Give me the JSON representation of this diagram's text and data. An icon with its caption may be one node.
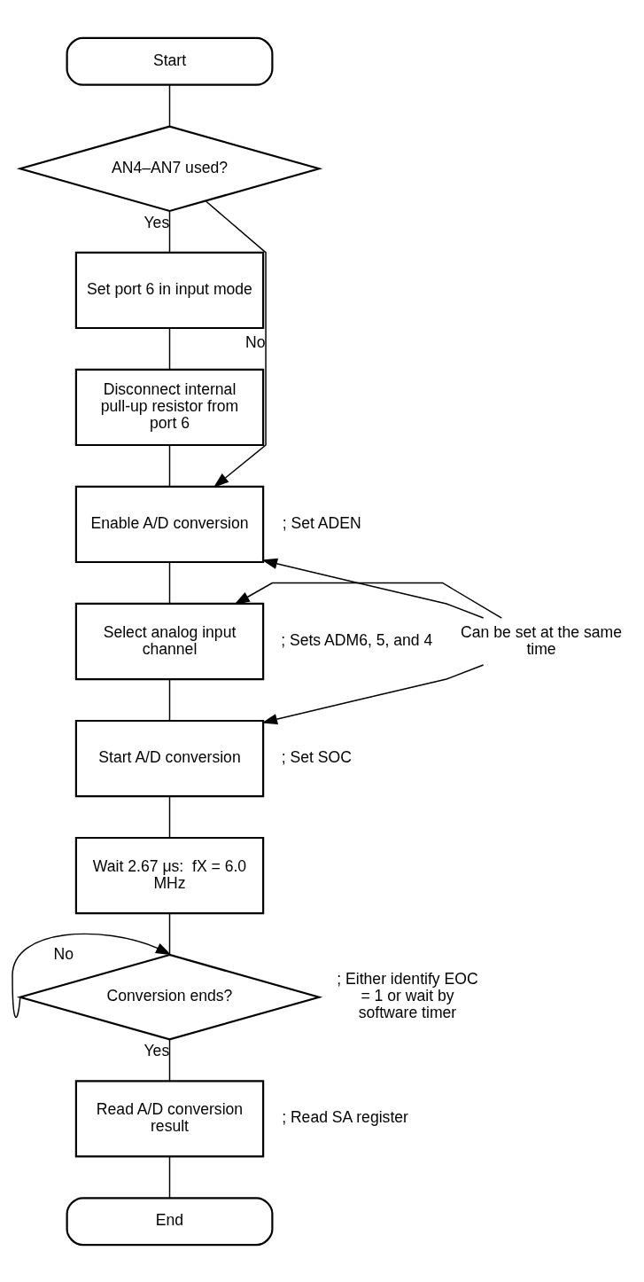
{
  "diagram": {
    "nodes": [
      {
        "text": [
          "Start"
        ]
      },
      {
        "text": [
          "AN4–AN7 used?"
        ]
      },
      {
        "text": [
          "Set port 6 in input mode"
        ]
      },
      {
        "text": [
          "Disconnect internal pull-up resistor from port 6"
        ]
      },
      {
        "text": [
          "Enable A/D conversion"
        ],
        "beside": [
          "; Set ADEN"
        ]
      },
      {
        "text": [
          "Select analog input channel"
        ],
        "beside": [
          "; Sets ADM6, 5, and 4"
        ]
      },
      {
        "text": [
          "Start A/D conversion"
        ],
        "beside": [
          "; Set SOC"
        ]
      },
      {
        "text": [
          "Wait 2.67 μs:  fX = 6.0 MHz"
        ]
      },
      {
        "text": [
          "Conversion ends?"
        ],
        "beside": [
          "; Either identify EOC = 1 or wait by software timer"
        ]
      },
      {
        "text": [
          "Read A/D conversion result"
        ],
        "beside": [
          "; Read SA register"
        ]
      },
      {
        "text": [
          "End"
        ]
      },
      {
        "text": [
          "Can be set at the same time"
        ]
      }
    ],
    "edges": [
      {
        "from": 0,
        "to": 1,
        "arrow": "none"
      },
      {
        "from": 1,
        "to": 2,
        "arrow": "none",
        "label": "Yes"
      },
      {
        "from": 2,
        "to": 3,
        "arrow": "none"
      },
      {
        "from": 3,
        "to": 4,
        "arrow": "none"
      },
      {
        "from": 1,
        "to": 4,
        "arrow": "to",
        "label": "No"
      },
      {
        "from": 4,
        "to": 5,
        "arrow": "none"
      },
      {
        "from": 5,
        "to": 6,
        "arrow": "none"
      },
      {
        "from": 6,
        "to": 7,
        "arrow": "none"
      },
      {
        "from": 7,
        "to": 8,
        "arrow": "none"
      },
      {
        "from": 8,
        "to": 8,
        "arrow": "to",
        "label": "No"
      },
      {
        "from": 8,
        "to": 9,
        "arrow": "none",
        "label": "Yes"
      },
      {
        "from": 9,
        "to": 10,
        "arrow": "none"
      },
      {
        "from": 11,
        "to": 4,
        "arrow": "to"
      },
      {
        "from": 11,
        "to": 5,
        "arrow": "to"
      },
      {
        "from": 11,
        "to": 6,
        "arrow": "to"
      }
    ]
  }
}
